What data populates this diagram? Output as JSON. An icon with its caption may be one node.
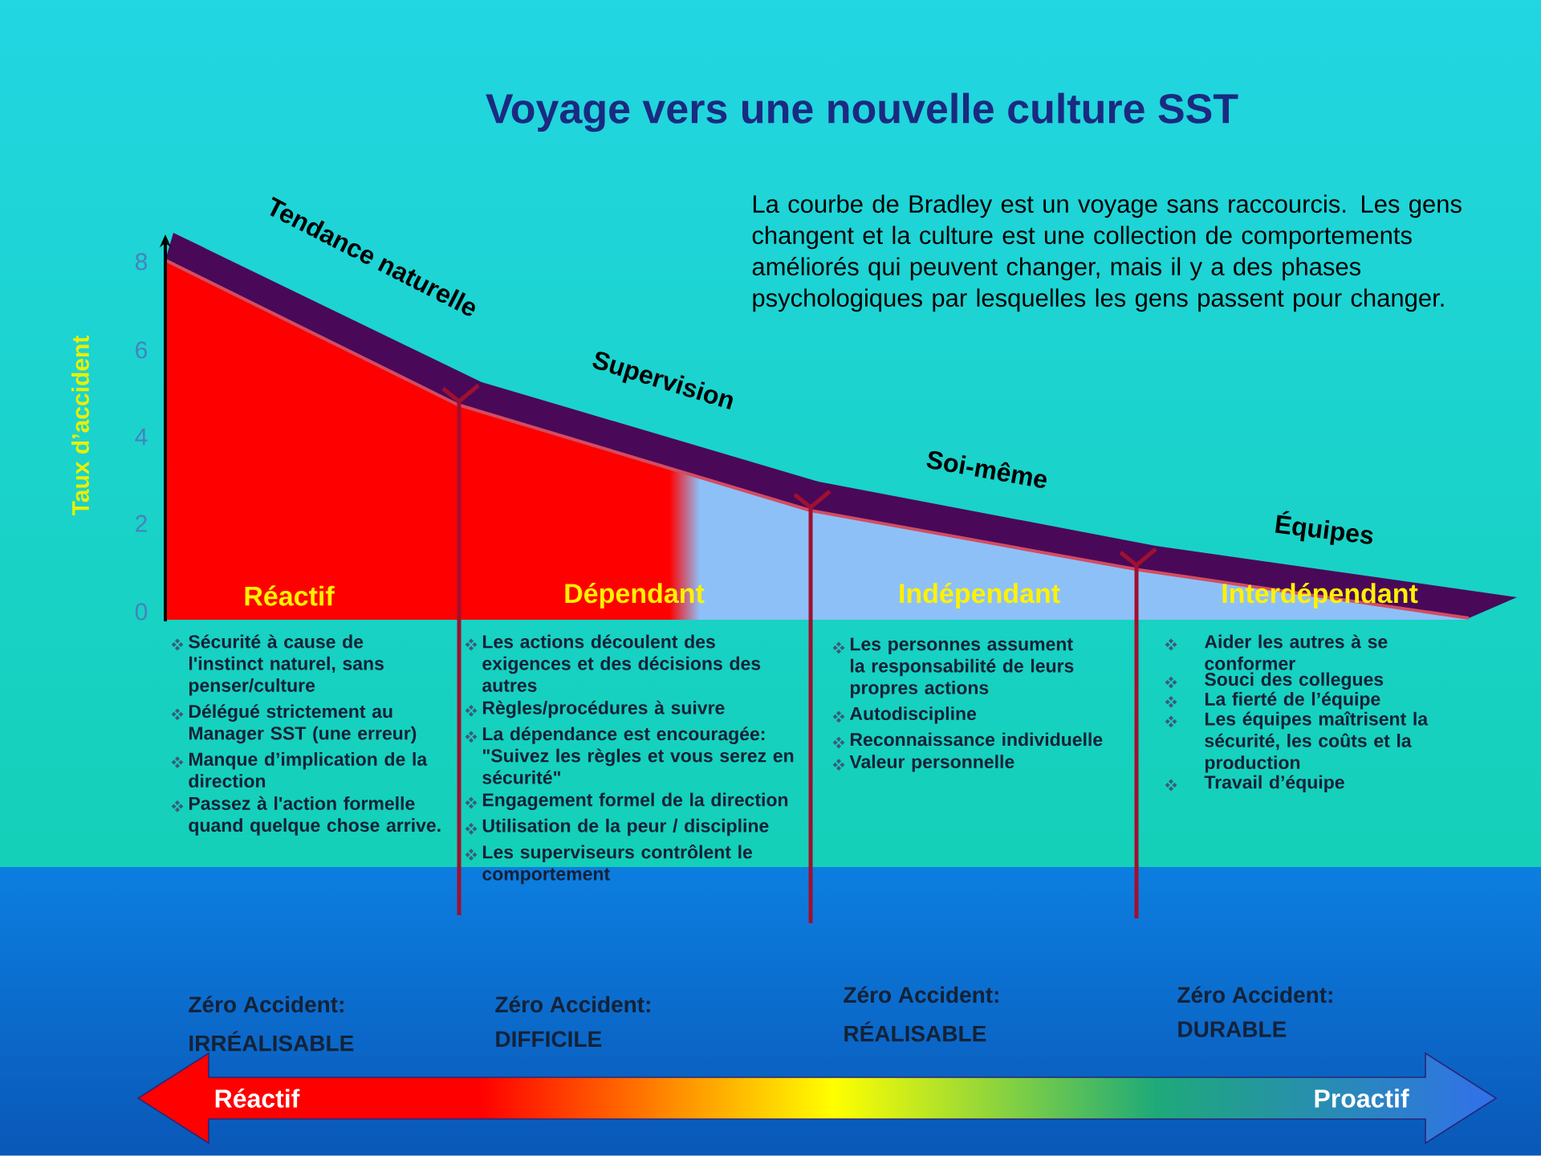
{
  "diagram": {
    "title": "Voyage vers une nouvelle culture SST",
    "labels": [
      "La courbe de Bradley est un voyage sans raccourcis. Les gens changent et la culture est une collection de comportements améliorés qui peuvent changer, mais il y a des phases psychologiques par lesquelles les gens passent pour changer.",
      "Taux d’accident",
      "8",
      "6",
      "4",
      "2",
      "0",
      "Tendance naturelle",
      "Supervision",
      "Soi-même",
      "Équipes",
      "Réactif",
      "Dépendant",
      "Indépendant",
      "Interdépendant",
      "Sécurité à cause de l'instinct naturel, sans penser/culture",
      "Délégué strictement au Manager SST (une erreur)",
      "Manque d’implication de la direction",
      "Passez à l'action formelle quand quelque chose arrive.",
      "Les actions découlent des exigences et des décisions des autres",
      "Règles/procédures à suivre",
      "La dépendance est encouragée: \"Suivez les règles et vous serez en sécurité\"",
      "Engagement formel de la direction",
      "Utilisation de la peur / discipline",
      "Les superviseurs contrôlent le comportement",
      "Les personnes assument la responsabilité de leurs propres actions",
      "Autodiscipline",
      "Reconnaissance individuelle",
      "Valeur personnelle",
      "Aider les autres à se conformer",
      "Souci des collegues",
      "La fierté de l’équipe",
      "Les équipes maîtrisent la sécurité, les coûts et la production",
      "Travail d’équipe",
      "Zéro Accident:",
      "IRRÉALISABLE",
      "Zéro Accident:",
      "DIFFICILE",
      "Zéro Accident:",
      "RÉALISABLE",
      "Zéro Accident:",
      "DURABLE",
      "Réactif",
      "Proactif"
    ]
  }
}
